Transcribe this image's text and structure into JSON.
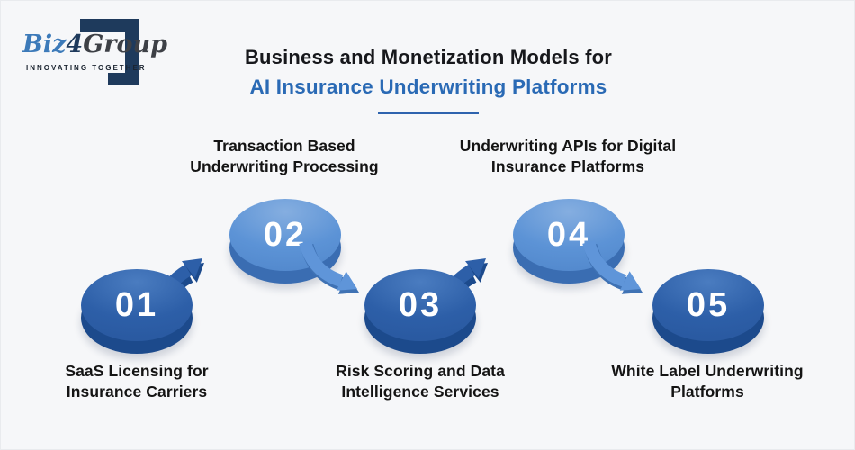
{
  "logo": {
    "brand_biz": "Biz",
    "brand_four": "4",
    "brand_group": "Group",
    "tagline": "INNOVATING TOGETHER",
    "colors": {
      "biz": "#3c7ab9",
      "four": "#1e3a5c",
      "group": "#3d4046",
      "square": "#1e3a5c"
    }
  },
  "header": {
    "title_line1": "Business and Monetization Models for",
    "title_line2": "AI Insurance Underwriting Platforms",
    "colors": {
      "title_line1": "#17181c",
      "title_line2": "#2a6ab5",
      "underline": "#2e63ae"
    }
  },
  "diagram": {
    "colors": {
      "disc_dark_top": "#2d5fa8",
      "disc_dark_side": "#1c4a8c",
      "disc_light_top": "#5c93d6",
      "disc_light_side": "#3a6db2",
      "number_text": "#ffffff",
      "label_text": "#141414",
      "background": "#f6f7f9"
    },
    "items": [
      {
        "number": "01",
        "tone": "dark",
        "label_position": "below",
        "label_lines": [
          "SaaS Licensing for",
          "Insurance Carriers"
        ]
      },
      {
        "number": "02",
        "tone": "light",
        "label_position": "above",
        "label_lines": [
          "Transaction Based",
          "Underwriting Processing"
        ]
      },
      {
        "number": "03",
        "tone": "dark",
        "label_position": "below",
        "label_lines": [
          "Risk Scoring and Data",
          "Intelligence Services"
        ]
      },
      {
        "number": "04",
        "tone": "light",
        "label_position": "above",
        "label_lines": [
          "Underwriting APIs for Digital",
          "Insurance Platforms"
        ]
      },
      {
        "number": "05",
        "tone": "dark",
        "label_position": "below",
        "label_lines": [
          "White Label Underwriting",
          "Platforms"
        ]
      }
    ]
  }
}
